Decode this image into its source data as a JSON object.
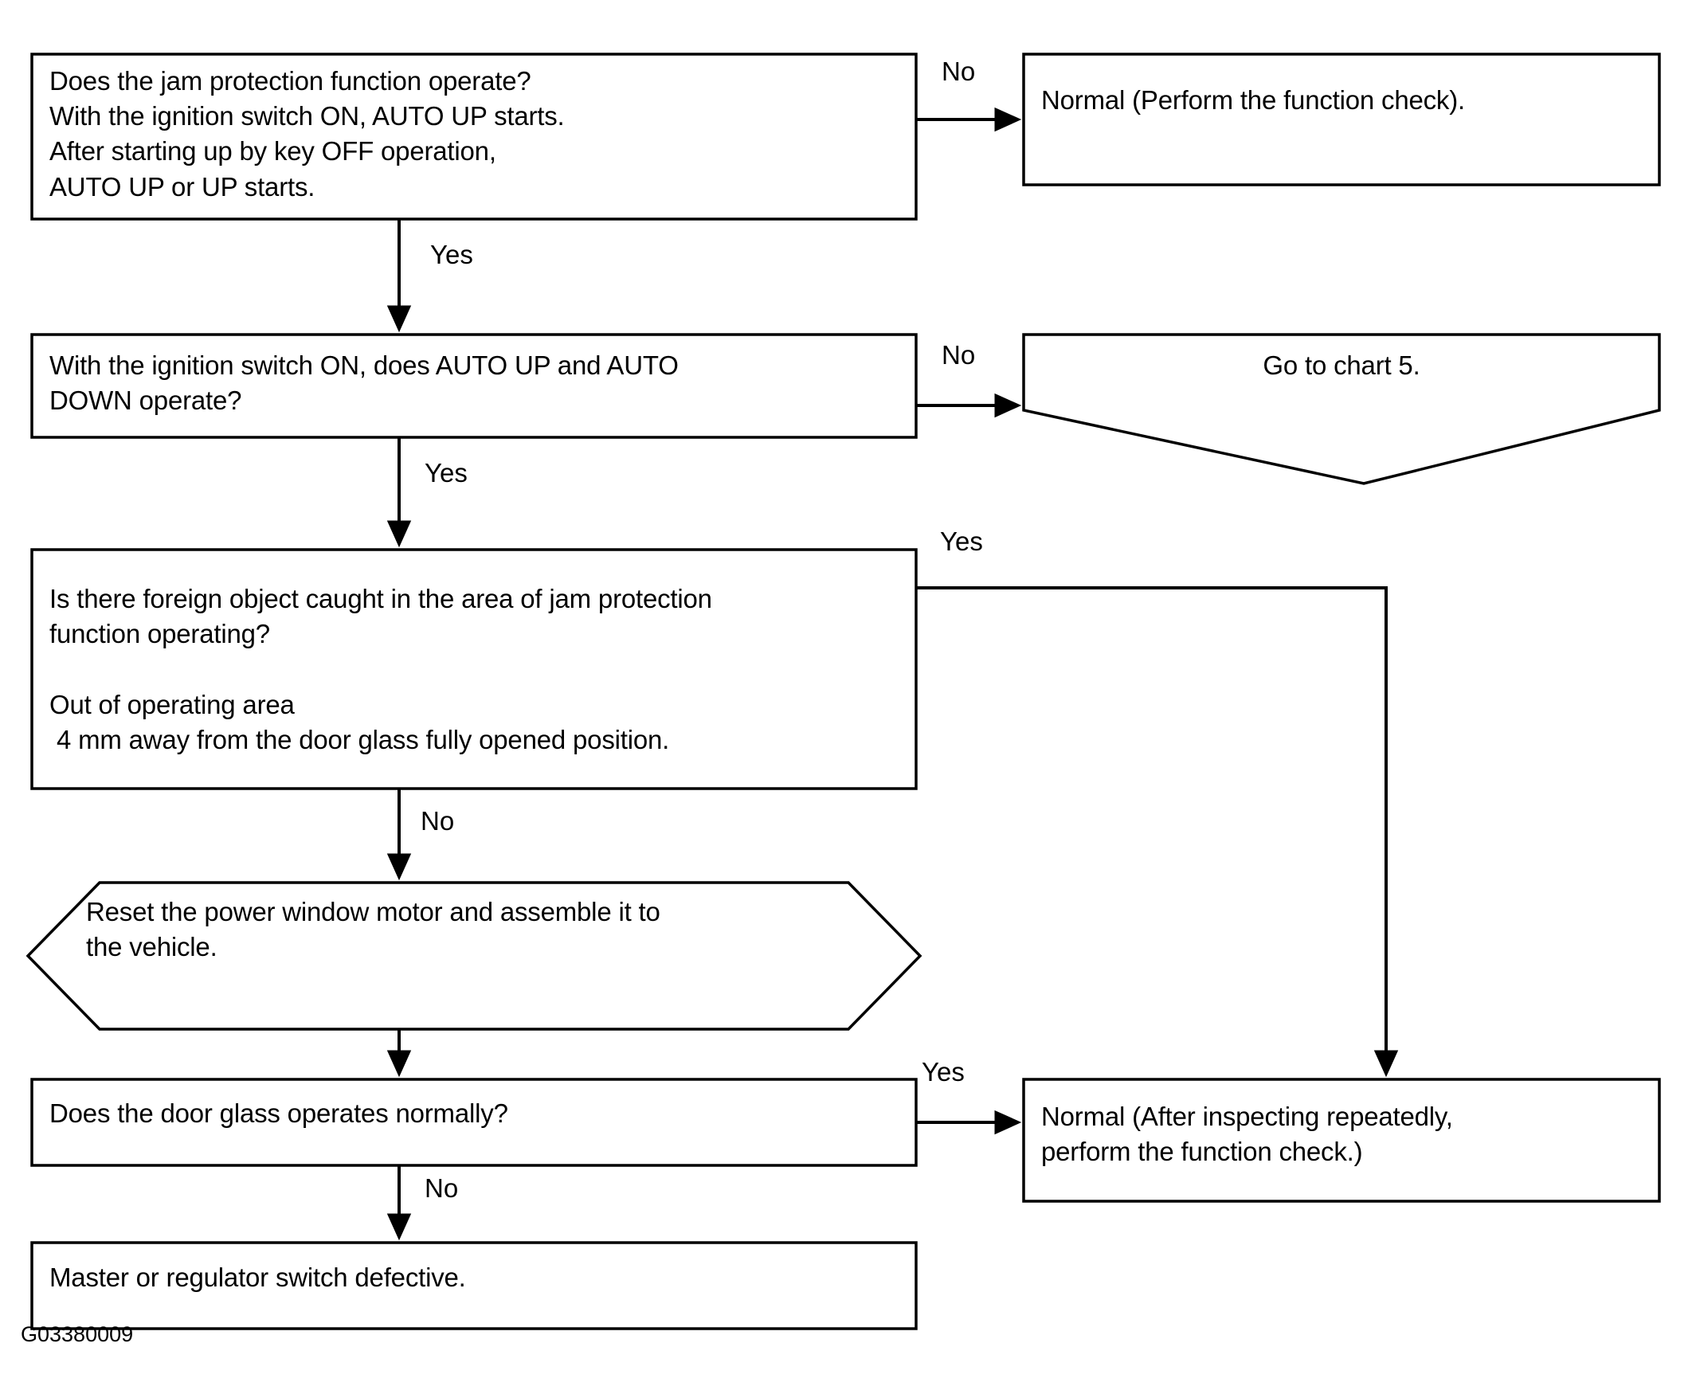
{
  "diagram": {
    "title": "Power window jam protection diagnostic flow chart",
    "figure_id": "G03380009",
    "colors": {
      "background": "#ffffff",
      "stroke": "#000000",
      "text": "#000000"
    },
    "nodes": [
      {
        "id": "q1",
        "shape": "rectangle",
        "text": "Does the jam protection function operate?\nWith the ignition switch ON, AUTO UP starts.\nAfter starting up by key OFF operation,\nAUTO UP or UP starts."
      },
      {
        "id": "r1",
        "shape": "rectangle",
        "text": "Normal (Perform the function check)."
      },
      {
        "id": "q2",
        "shape": "rectangle",
        "text": "With the ignition switch ON, does AUTO UP and AUTO\nDOWN operate?"
      },
      {
        "id": "r2",
        "shape": "pentagon-down",
        "text": "Go to chart 5."
      },
      {
        "id": "q3",
        "shape": "rectangle",
        "text": "Is there foreign object caught in the area of jam protection\nfunction operating?\n\nOut of operating area\n 4 mm away from the door glass fully opened position."
      },
      {
        "id": "a1",
        "shape": "hexagon",
        "text": "Reset the power window motor and assemble it to\nthe vehicle."
      },
      {
        "id": "q4",
        "shape": "rectangle",
        "text": "Does the door glass operates normally?"
      },
      {
        "id": "r3",
        "shape": "rectangle",
        "text": "Normal (After inspecting repeatedly,\nperform the function check.)"
      },
      {
        "id": "r4",
        "shape": "rectangle",
        "text": "Master or regulator switch defective."
      }
    ],
    "edges": [
      {
        "id": "e1",
        "from": "q1",
        "to": "r1",
        "label": "No"
      },
      {
        "id": "e2",
        "from": "q1",
        "to": "q2",
        "label": "Yes"
      },
      {
        "id": "e3",
        "from": "q2",
        "to": "r2",
        "label": "No"
      },
      {
        "id": "e4",
        "from": "q2",
        "to": "q3",
        "label": "Yes"
      },
      {
        "id": "e5",
        "from": "q3",
        "to": "r3",
        "label": "Yes"
      },
      {
        "id": "e6",
        "from": "q3",
        "to": "a1",
        "label": "No"
      },
      {
        "id": "e7",
        "from": "a1",
        "to": "q4",
        "label": ""
      },
      {
        "id": "e8",
        "from": "q4",
        "to": "r3",
        "label": "Yes"
      },
      {
        "id": "e9",
        "from": "q4",
        "to": "r4",
        "label": "No"
      }
    ]
  }
}
